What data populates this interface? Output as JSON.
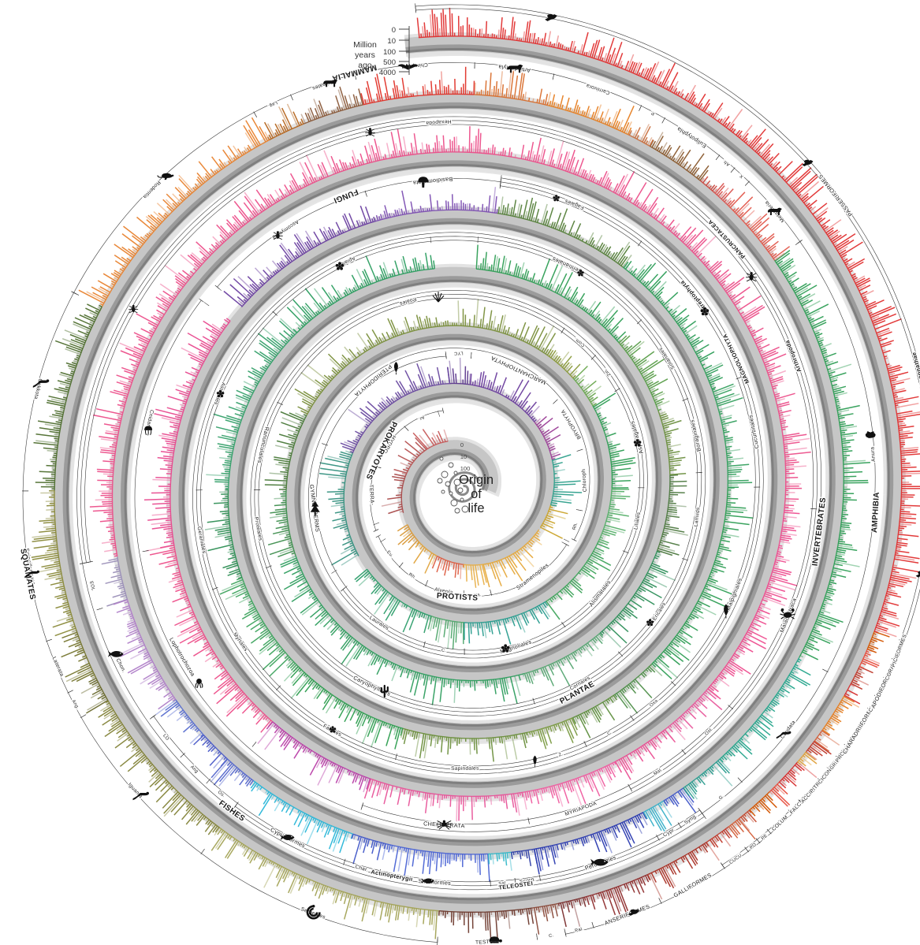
{
  "title_center": [
    "Origin",
    "of",
    "life"
  ],
  "time_scale": {
    "label_lines": [
      "Million",
      "years",
      "ago"
    ],
    "ticks": [
      "0",
      "10",
      "100",
      "500",
      "4000"
    ]
  },
  "inner_scale_ticks": [
    "0",
    "10",
    "100"
  ],
  "palette": {
    "background": "#ffffff",
    "band": "#c6c6c6",
    "band_dark": "#7f7f7f",
    "label_ink": "#1a1a1a"
  },
  "spiral": {
    "total_turns": 7,
    "segments": [
      {
        "l": "Ar.",
        "a": 0.03,
        "b": 0.1,
        "c": "#c75b5b"
      },
      {
        "l": "HYDRO-",
        "a": 0.1,
        "b": 0.19,
        "c": "#b65252"
      },
      {
        "l": "TERRA-",
        "a": 0.19,
        "b": 0.29,
        "c": "#a94a4a"
      },
      {
        "l": "Eu.",
        "a": 0.32,
        "b": 0.37,
        "c": "#d99a3a"
      },
      {
        "l": "Rh.",
        "a": 0.37,
        "b": 0.42,
        "c": "#e0a33c"
      },
      {
        "l": "Alveola.",
        "a": 0.42,
        "b": 0.48,
        "c": "#dd5f45"
      },
      {
        "l": "Ha.",
        "a": 0.48,
        "b": 0.52,
        "c": "#e8b04a"
      },
      {
        "l": "Stramenopiles",
        "a": 0.52,
        "b": 0.65,
        "c": "#e6a93c"
      },
      {
        "l": "Rh.",
        "a": 0.655,
        "b": 0.7,
        "c": "#caa32a"
      },
      {
        "l": "Chloroph",
        "a": 0.7,
        "b": 0.78,
        "c": "#2fa08c"
      },
      {
        "l": "BRYOPHYTA",
        "a": 0.78,
        "b": 0.85,
        "c": "#9b3f97"
      },
      {
        "l": "MARCHANTIOPHYTA",
        "a": 0.85,
        "b": 0.97,
        "c": "#6d3f9e"
      },
      {
        "l": "LYC",
        "a": 0.97,
        "b": 1.0,
        "c": "#5e3a8e"
      },
      {
        "l": "PTERIDOPHYTA",
        "a": 1.0,
        "b": 1.18,
        "c": "#6a4aa0"
      },
      {
        "l": "GYMNOSPERMS",
        "a": 1.18,
        "b": 1.32,
        "c": "#35917f"
      },
      {
        "l": "Laurales",
        "a": 1.34,
        "b": 1.44,
        "c": "#2e9e6b"
      },
      {
        "l": "C.",
        "a": 1.44,
        "b": 1.48,
        "c": "#52a86e"
      },
      {
        "l": "Magnoliales",
        "a": 1.48,
        "b": 1.58,
        "c": "#2a9d8f"
      },
      {
        "l": "Alismatales",
        "a": 1.58,
        "b": 1.67,
        "c": "#3fa45c"
      },
      {
        "l": "Liliales",
        "a": 1.67,
        "b": 1.73,
        "c": "#57b06a"
      },
      {
        "l": "Asparagales",
        "a": 1.73,
        "b": 1.82,
        "c": "#2f9e55"
      },
      {
        "l": "Zin.",
        "a": 1.82,
        "b": 1.855,
        "c": "#6aa84f"
      },
      {
        "l": "Com.",
        "a": 1.855,
        "b": 1.89,
        "c": "#8a9a3b"
      },
      {
        "l": "Poales",
        "a": 1.89,
        "b": 2.16,
        "c": "#7a8f3c"
      },
      {
        "l": "Ranunculales",
        "a": 2.16,
        "b": 2.23,
        "c": "#4a7a3a"
      },
      {
        "l": "Proteales",
        "a": 2.23,
        "b": 2.29,
        "c": "#3f8f4f"
      },
      {
        "l": "Caryophyllales",
        "a": 2.29,
        "b": 2.53,
        "c": "#2f9e5f"
      },
      {
        "l": "Cornales",
        "a": 2.53,
        "b": 2.6,
        "c": "#57a773"
      },
      {
        "l": "Ericales",
        "a": 2.6,
        "b": 2.68,
        "c": "#2e8f5a"
      },
      {
        "l": "Lamiids",
        "a": 2.68,
        "b": 2.74,
        "c": "#4f7a42"
      },
      {
        "l": "Boraginales",
        "a": 2.74,
        "b": 2.79,
        "c": "#6b8f3f"
      },
      {
        "l": "Solanales",
        "a": 2.79,
        "b": 2.85,
        "c": "#5a9e4a"
      },
      {
        "l": "Gentianales",
        "a": 2.85,
        "b": 2.97,
        "c": "#2f9e55"
      },
      {
        "l": "Apiales",
        "a": 3.0,
        "b": 3.11,
        "c": "#2a9d5f"
      },
      {
        "l": "Asterales",
        "a": 3.11,
        "b": 3.23,
        "c": "#35a06a"
      },
      {
        "l": "Geraniales",
        "a": 3.23,
        "b": 3.29,
        "c": "#2f8f55"
      },
      {
        "l": "Myrtales",
        "a": 3.29,
        "b": 3.36,
        "c": "#3fa45f"
      },
      {
        "l": "Fabales",
        "a": 3.36,
        "b": 3.44,
        "c": "#2e9e50"
      },
      {
        "l": "Sapindales",
        "a": 3.44,
        "b": 3.52,
        "c": "#6b8f3c"
      },
      {
        "l": "Z.",
        "a": 3.52,
        "b": 3.55,
        "c": "#7a9a42"
      },
      {
        "l": "C.",
        "a": 3.55,
        "b": 3.58,
        "c": "#5f8f3f"
      },
      {
        "l": "Oxa.",
        "a": 3.58,
        "b": 3.61,
        "c": "#4f8f4a"
      },
      {
        "l": "Malpighiales",
        "a": 3.61,
        "b": 3.73,
        "c": "#2f9e55"
      },
      {
        "l": "Cucurbitales",
        "a": 3.73,
        "b": 3.79,
        "c": "#35a05f"
      },
      {
        "l": "Rosales",
        "a": 3.79,
        "b": 3.88,
        "c": "#2e9e5a"
      },
      {
        "l": "Fagales",
        "a": 3.88,
        "b": 3.96,
        "c": "#55803a"
      },
      {
        "l": "Basidiomycota",
        "a": 3.96,
        "b": 4.03,
        "c": "#7d4fb2"
      },
      {
        "l": "Ascomycota",
        "a": 4.03,
        "b": 4.12,
        "c": "#6a3fa0"
      },
      {
        "l": "Cnidaria",
        "a": 4.13,
        "b": 4.26,
        "c": "#e84a8f"
      },
      {
        "l": "Lophotrochozoa",
        "a": 4.26,
        "b": 4.37,
        "c": "#ed4f8a"
      },
      {
        "l": "",
        "a": 4.37,
        "b": 4.43,
        "c": "#b93fa8"
      },
      {
        "l": "CHELICERATA",
        "a": 4.43,
        "b": 4.51,
        "c": "#e8559a"
      },
      {
        "l": "MYRIAPODA",
        "a": 4.51,
        "b": 4.56,
        "c": "#ef5da0"
      },
      {
        "l": "Mal.",
        "a": 4.56,
        "b": 4.59,
        "c": "#ea4f92"
      },
      {
        "l": "Ost.",
        "a": 4.59,
        "b": 4.62,
        "c": "#e85a9c"
      },
      {
        "l": "Malacostraca",
        "a": 4.62,
        "b": 4.72,
        "c": "#ee4d8f"
      },
      {
        "l": "Hexapoda",
        "a": 4.72,
        "b": 5.26,
        "c": "#ec4f8a"
      },
      {
        "l": "EOL",
        "a": 5.26,
        "b": 5.28,
        "c": "#9b8fb8"
      },
      {
        "l": "Chon.",
        "a": 5.28,
        "b": 5.33,
        "c": "#b080c8"
      },
      {
        "l": "LO",
        "a": 5.33,
        "b": 5.35,
        "c": "#5a6fd0"
      },
      {
        "l": "Ang",
        "a": 5.35,
        "b": 5.365,
        "c": "#4a5ac8"
      },
      {
        "l": "Os.",
        "a": 5.365,
        "b": 5.38,
        "c": "#5668cc"
      },
      {
        "l": "Cypriniformes",
        "a": 5.38,
        "b": 5.43,
        "c": "#29b6d8"
      },
      {
        "l": "Char.",
        "a": 5.43,
        "b": 5.445,
        "c": "#4157c8"
      },
      {
        "l": "Siluriformes",
        "a": 5.445,
        "b": 5.49,
        "c": "#4a63d4"
      },
      {
        "l": "Sal.",
        "a": 5.49,
        "b": 5.5,
        "c": "#35b8c9"
      },
      {
        "l": "Scorp.",
        "a": 5.5,
        "b": 5.51,
        "c": "#2f3fa8"
      },
      {
        "l": "Perciformes",
        "a": 5.51,
        "b": 5.56,
        "c": "#2b3bb0"
      },
      {
        "l": "Cypr.",
        "a": 5.56,
        "b": 5.57,
        "c": "#38b0c8"
      },
      {
        "l": "Syng.",
        "a": 5.57,
        "b": 5.58,
        "c": "#4157c8"
      },
      {
        "l": "G.",
        "a": 5.58,
        "b": 5.6,
        "c": "#2a9d8f"
      },
      {
        "l": "Caudata",
        "a": 5.6,
        "b": 5.655,
        "c": "#26a58c"
      },
      {
        "l": "Anura",
        "a": 5.655,
        "b": 5.83,
        "c": "#2e9e55"
      },
      {
        "l": "Metatheria",
        "a": 5.83,
        "b": 5.86,
        "c": "#e2574b"
      },
      {
        "l": "X.",
        "a": 5.86,
        "b": 5.8675,
        "c": "#d9534f"
      },
      {
        "l": "Afr.",
        "a": 5.8675,
        "b": 5.875,
        "c": "#cc4a41"
      },
      {
        "l": "Eulipotyphla",
        "a": 5.875,
        "b": 5.9,
        "c": "#8a5a2e"
      },
      {
        "l": "P.",
        "a": 5.9,
        "b": 5.91,
        "c": "#c9703f"
      },
      {
        "l": "Carnivora",
        "a": 5.91,
        "b": 5.945,
        "c": "#e67e22"
      },
      {
        "l": "Artiodactyla",
        "a": 5.945,
        "b": 5.975,
        "c": "#d96f2e"
      },
      {
        "l": "Chiroptera",
        "a": 5.975,
        "b": 6.02,
        "c": "#e03228"
      },
      {
        "l": "Primates",
        "a": 6.02,
        "b": 6.045,
        "c": "#8a5a3a"
      },
      {
        "l": "Lag.",
        "a": 6.045,
        "b": 6.06,
        "c": "#b5651d"
      },
      {
        "l": "Rodentia",
        "a": 6.06,
        "b": 6.155,
        "c": "#e8822e"
      },
      {
        "l": "Gekkota",
        "a": 6.155,
        "b": 6.23,
        "c": "#4e6e2e"
      },
      {
        "l": "Scinciformata",
        "a": 6.23,
        "b": 6.285,
        "c": "#8a8a3a"
      },
      {
        "l": "Laterata",
        "a": 6.285,
        "b": 6.305,
        "c": "#76762f"
      },
      {
        "l": "Ang.",
        "a": 6.305,
        "b": 6.315,
        "c": "#6b6b2f"
      },
      {
        "l": "Iguania",
        "a": 6.315,
        "b": 6.38,
        "c": "#84843a"
      },
      {
        "l": "Serpentes",
        "a": 6.38,
        "b": 6.47,
        "c": "#a3a356"
      },
      {
        "l": "TESTUD.",
        "a": 6.47,
        "b": 6.505,
        "c": "#6e3a2e"
      },
      {
        "l": "C.",
        "a": 6.505,
        "b": 6.515,
        "c": "#8a4a3a"
      },
      {
        "l": "Pal.",
        "a": 6.515,
        "b": 6.525,
        "c": "#7a2e2e"
      },
      {
        "l": "ANSERIFORMES",
        "a": 6.525,
        "b": 6.55,
        "c": "#8f2e2e"
      },
      {
        "l": "GALLIFORMES",
        "a": 6.55,
        "b": 6.575,
        "c": "#a93226"
      },
      {
        "l": "CUCU",
        "a": 6.575,
        "b": 6.585,
        "c": "#c0392b"
      },
      {
        "l": "PO",
        "a": 6.585,
        "b": 6.59,
        "c": "#d35f3a"
      },
      {
        "l": "PE",
        "a": 6.59,
        "b": 6.595,
        "c": "#c44a2f"
      },
      {
        "l": "COLUM.",
        "a": 6.595,
        "b": 6.605,
        "c": "#d35400"
      },
      {
        "l": "FALC.",
        "a": 6.605,
        "b": 6.61,
        "c": "#e74c3c"
      },
      {
        "l": "ACCIPITR.",
        "a": 6.61,
        "b": 6.62,
        "c": "#d62f2f"
      },
      {
        "l": "CICON.",
        "a": 6.62,
        "b": 6.625,
        "c": "#e0a13c"
      },
      {
        "l": "GRUI",
        "a": 6.625,
        "b": 6.63,
        "c": "#c0392b"
      },
      {
        "l": "PROCEL",
        "a": 6.63,
        "b": 6.635,
        "c": "#d35f3a"
      },
      {
        "l": "CHARADRIIFORMES",
        "a": 6.635,
        "b": 6.65,
        "c": "#e67e22"
      },
      {
        "l": "CAPRI.",
        "a": 6.65,
        "b": 6.655,
        "c": "#d62f2f"
      },
      {
        "l": "APODIFORMES",
        "a": 6.655,
        "b": 6.662,
        "c": "#c0392b"
      },
      {
        "l": "CORACI.",
        "a": 6.662,
        "b": 6.669,
        "c": "#e74c3c"
      },
      {
        "l": "PICIFORMES",
        "a": 6.669,
        "b": 6.676,
        "c": "#d35400"
      },
      {
        "l": "PASSERIFORMES",
        "a": 6.676,
        "b": 6.995,
        "c": "#e02f2f"
      }
    ],
    "groups": [
      {
        "l": "PROKARYOTES",
        "a": 0.02,
        "b": 0.3,
        "at": 0.16,
        "lv": 2,
        "big": 1
      },
      {
        "l": "PROTISTS",
        "a": 0.31,
        "b": 0.65,
        "at": 0.47,
        "lv": 2,
        "big": 1
      },
      {
        "l": "PLANTAE",
        "a": 0.66,
        "b": 3.96,
        "at": 2.56,
        "lv": 3,
        "big": 1
      },
      {
        "l": "Streptophyta",
        "a": 1.0,
        "b": 3.96,
        "at": 3.84,
        "lv": 1,
        "big": 0
      },
      {
        "l": "MAGNOLIOPHYTA",
        "a": 1.34,
        "b": 3.96,
        "at": 3.8,
        "lv": 2,
        "big": 0
      },
      {
        "l": "FUNGI",
        "a": 3.96,
        "b": 4.12,
        "at": 4.04,
        "lv": 2,
        "big": 1
      },
      {
        "l": "INVERTEBRATES",
        "a": 4.13,
        "b": 5.26,
        "at": 4.71,
        "lv": 3,
        "big": 1
      },
      {
        "l": "Arthropoda",
        "a": 4.43,
        "b": 5.26,
        "at": 4.79,
        "lv": 1,
        "big": 0
      },
      {
        "l": "PANCRUSTACEA",
        "a": 4.56,
        "b": 5.26,
        "at": 4.85,
        "lv": 2,
        "big": 0
      },
      {
        "l": "FISHES",
        "a": 5.26,
        "b": 5.58,
        "at": 5.38,
        "lv": 3,
        "big": 1
      },
      {
        "l": "Actinopterygii",
        "a": 5.33,
        "b": 5.58,
        "at": 5.45,
        "lv": 1,
        "big": 0
      },
      {
        "l": "TELEOSTEI",
        "a": 5.38,
        "b": 5.58,
        "at": 5.5,
        "lv": 2,
        "big": 0
      },
      {
        "l": "AMPHIBIA",
        "a": 5.58,
        "b": 5.83,
        "at": 5.72,
        "lv": 2,
        "big": 1
      },
      {
        "l": "MAMMALIA",
        "a": 5.83,
        "b": 6.155,
        "at": 6.02,
        "lv": 2,
        "big": 1
      },
      {
        "l": "SQUAMATES",
        "a": 6.155,
        "b": 6.47,
        "at": 6.26,
        "lv": 2,
        "big": 1
      },
      {
        "l": "AVES",
        "a": 6.515,
        "b": 6.995,
        "at": 6.75,
        "lv": 2,
        "big": 1
      },
      {
        "l": "Neognathae",
        "a": 6.575,
        "b": 6.995,
        "at": 6.77,
        "lv": 1,
        "big": 0
      }
    ],
    "icons": [
      {
        "t": "leaf",
        "at": 1.06,
        "s": 0.9
      },
      {
        "t": "tree",
        "at": 1.25,
        "s": 1
      },
      {
        "t": "flower",
        "at": 1.52,
        "s": 1
      },
      {
        "t": "flower",
        "at": 1.77,
        "s": 0.9
      },
      {
        "t": "grass",
        "at": 2.0,
        "s": 1
      },
      {
        "t": "cactus",
        "at": 2.42,
        "s": 1
      },
      {
        "t": "flower",
        "at": 2.63,
        "s": 0.85
      },
      {
        "t": "flower",
        "at": 2.9,
        "s": 0.8
      },
      {
        "t": "flower",
        "at": 3.06,
        "s": 1
      },
      {
        "t": "flower",
        "at": 3.17,
        "s": 0.9
      },
      {
        "t": "flower",
        "at": 3.4,
        "s": 0.8
      },
      {
        "t": "leaf",
        "at": 3.52,
        "s": 0.8
      },
      {
        "t": "leaf",
        "at": 3.66,
        "s": 1
      },
      {
        "t": "flower",
        "at": 3.83,
        "s": 1
      },
      {
        "t": "flower",
        "at": 3.93,
        "s": 0.8
      },
      {
        "t": "mushroom",
        "at": 4.0,
        "s": 1.1
      },
      {
        "t": "bug",
        "at": 4.08,
        "s": 0.9
      },
      {
        "t": "jelly",
        "at": 4.2,
        "s": 1
      },
      {
        "t": "octopus",
        "at": 4.33,
        "s": 1
      },
      {
        "t": "spider",
        "at": 4.47,
        "s": 1.1
      },
      {
        "t": "crab",
        "at": 4.67,
        "s": 1.2
      },
      {
        "t": "bug",
        "at": 4.83,
        "s": 1
      },
      {
        "t": "bug",
        "at": 5.02,
        "s": 0.9
      },
      {
        "t": "bug",
        "at": 5.15,
        "s": 0.85
      },
      {
        "t": "fish",
        "at": 5.3,
        "s": 1.1
      },
      {
        "t": "fish",
        "at": 5.405,
        "s": 1
      },
      {
        "t": "fish",
        "at": 5.465,
        "s": 0.9
      },
      {
        "t": "fish",
        "at": 5.535,
        "s": 1.25
      },
      {
        "t": "lizard",
        "at": 5.625,
        "s": 1
      },
      {
        "t": "frog",
        "at": 5.75,
        "s": 1.1
      },
      {
        "t": "mammal",
        "at": 5.845,
        "s": 1
      },
      {
        "t": "mammal",
        "at": 5.96,
        "s": 1.1
      },
      {
        "t": "bat",
        "at": 6.0,
        "s": 1.2
      },
      {
        "t": "mammal",
        "at": 6.03,
        "s": 1
      },
      {
        "t": "rodent",
        "at": 6.1,
        "s": 1.1
      },
      {
        "t": "lizard",
        "at": 6.19,
        "s": 1.1
      },
      {
        "t": "lizard",
        "at": 6.26,
        "s": 1
      },
      {
        "t": "lizard",
        "at": 6.35,
        "s": 1.1
      },
      {
        "t": "snake",
        "at": 6.425,
        "s": 1.1
      },
      {
        "t": "turtle",
        "at": 6.49,
        "s": 1.1
      },
      {
        "t": "bird",
        "at": 6.54,
        "s": 1
      },
      {
        "t": "bird",
        "at": 6.7,
        "s": 1
      },
      {
        "t": "bird",
        "at": 6.85,
        "s": 1
      },
      {
        "t": "bird",
        "at": 6.95,
        "s": 1.1
      }
    ]
  }
}
